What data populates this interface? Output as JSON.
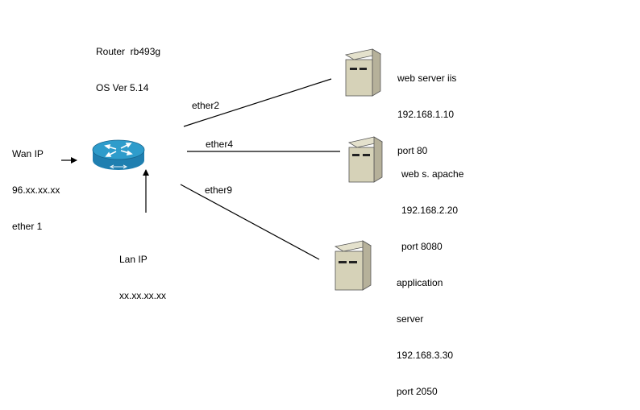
{
  "router_info": {
    "line1": "Router  rb493g",
    "line2": "OS Ver 5.14"
  },
  "wan": {
    "line1": "Wan IP",
    "line2": "96.xx.xx.xx",
    "line3": "ether 1"
  },
  "lan": {
    "line1": "Lan IP",
    "line2": "xx.xx.xx.xx"
  },
  "links": {
    "ether2": "ether2",
    "ether4": "ether4",
    "ether9": "ether9"
  },
  "servers": {
    "iis": {
      "line1": "web server iis",
      "line2": "192.168.1.10",
      "line3": "port 80"
    },
    "apache": {
      "line1": "web s. apache",
      "line2": "192.168.2.20",
      "line3": "port 8080"
    },
    "app": {
      "line1": "application",
      "line2": "server",
      "line3": "192.168.3.30",
      "line4": "port 2050"
    }
  },
  "colors": {
    "router_body": "#1f7fb0",
    "router_top": "#2e9ccb",
    "server_face": "#d6d2b8",
    "server_side": "#b6b19a",
    "server_top": "#e4e1cc"
  }
}
